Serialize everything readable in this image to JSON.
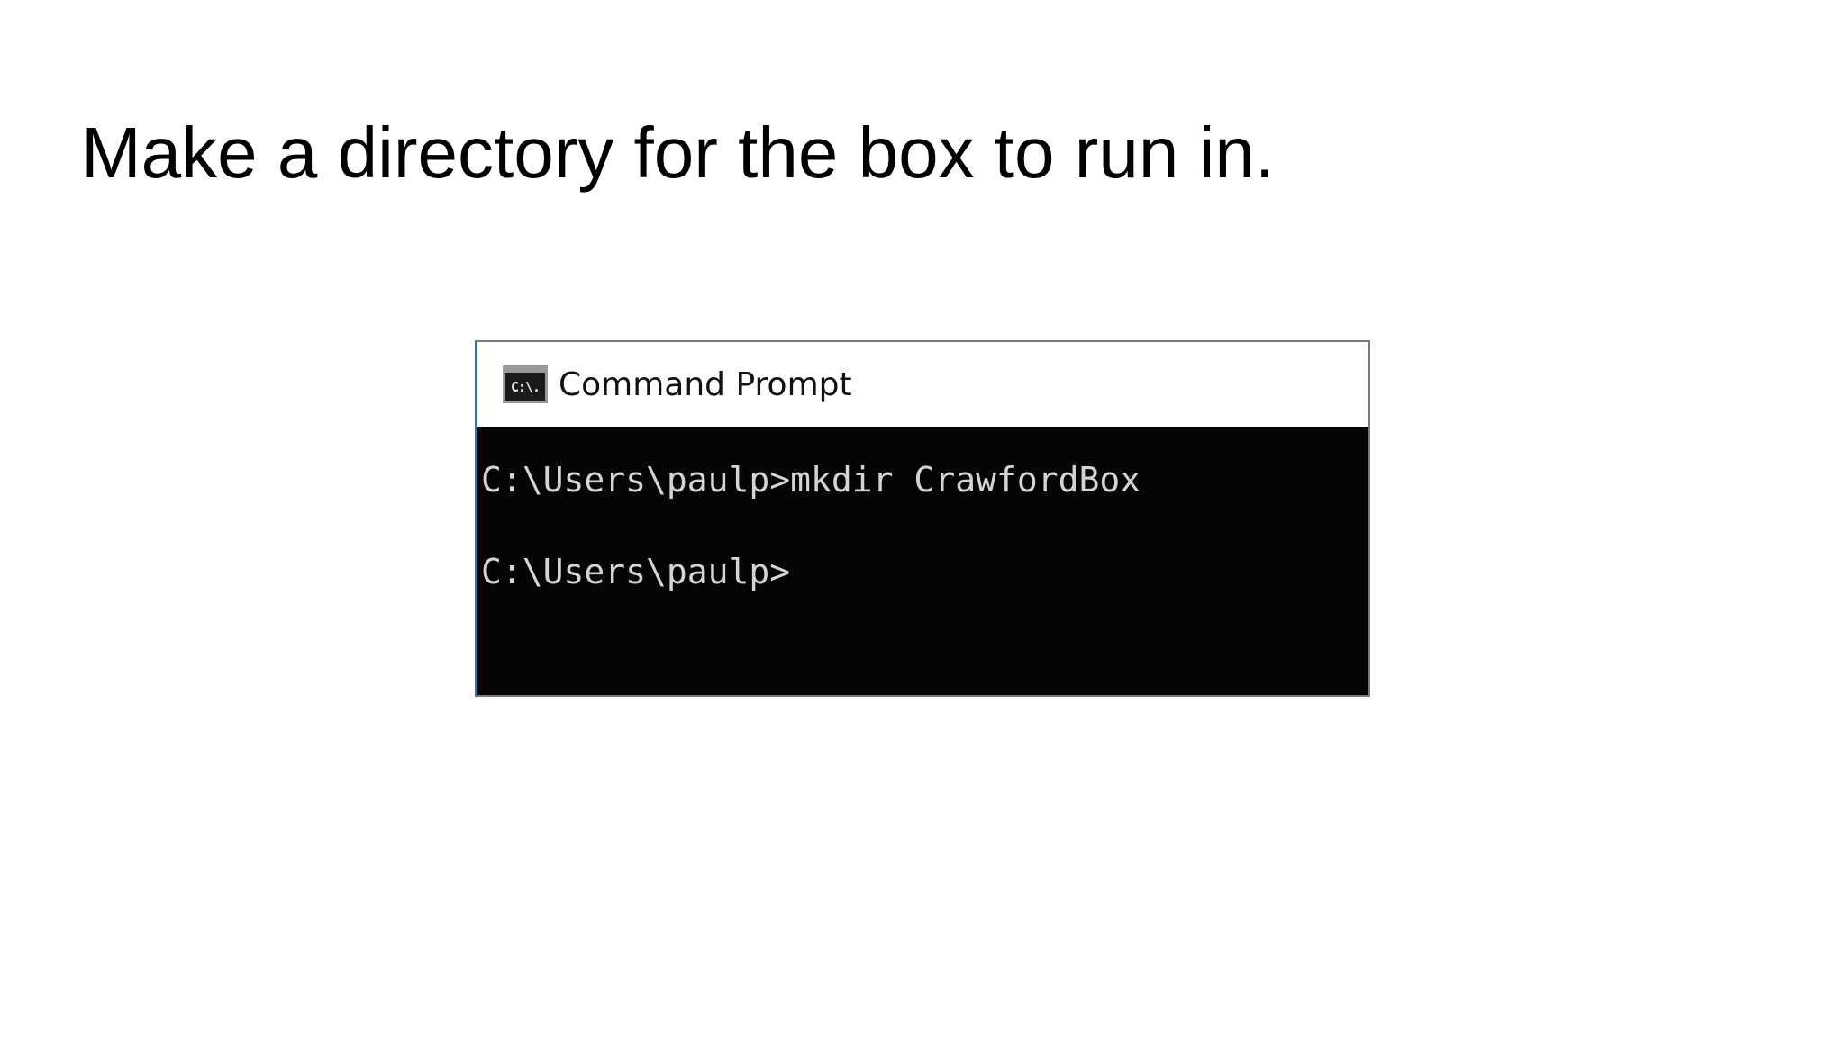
{
  "slide": {
    "title": "Make a directory for the box to run in."
  },
  "window": {
    "icon": "command-prompt-icon",
    "icon_glyph": "C:\\.",
    "title": "Command Prompt",
    "lines": [
      "C:\\Users\\paulp>mkdir CrawfordBox",
      "C:\\Users\\paulp>"
    ]
  },
  "colors": {
    "background": "#ffffff",
    "terminal_background": "#050505",
    "terminal_text": "#d4d4d4",
    "window_accent": "#2b6fc0"
  }
}
